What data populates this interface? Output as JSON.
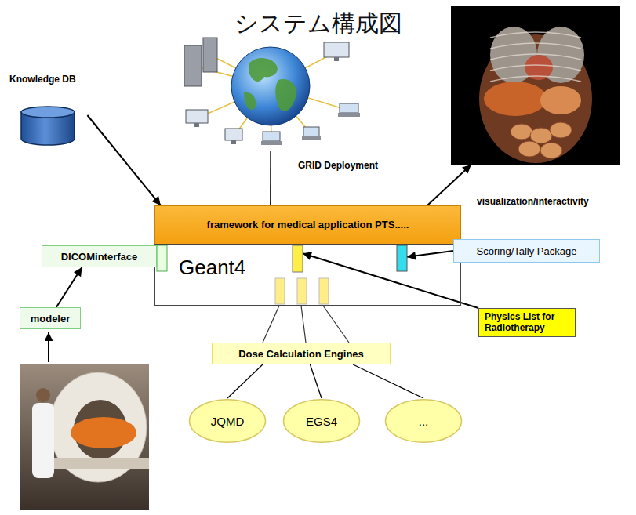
{
  "diagram": {
    "title": "システム構成図",
    "nodes": [
      {
        "text": [
          "Knowledge DB"
        ]
      },
      {
        "text": [
          "GRID Deployment"
        ]
      },
      {
        "text": [
          "visualization/interactivity"
        ]
      },
      {
        "text": [
          "framework for medical application PTS....."
        ]
      },
      {
        "text": [
          "Geant4"
        ]
      },
      {
        "text": [
          "DICOMinterface"
        ]
      },
      {
        "text": [
          "Scoring/Tally Package"
        ]
      },
      {
        "text": [
          "modeler"
        ]
      },
      {
        "text": [
          "Physics List for Radiotherapy"
        ]
      },
      {
        "text": [
          "Dose Calculation Engines"
        ]
      },
      {
        "text": [
          "JQMD"
        ]
      },
      {
        "text": [
          "EGS4"
        ]
      },
      {
        "text": [
          "..."
        ]
      }
    ],
    "edges": [
      {
        "from": 0,
        "to": 3,
        "arrow": "to"
      },
      {
        "from": 3,
        "to": 1,
        "arrow": "none"
      },
      {
        "from": 3,
        "to": 2,
        "arrow": "to"
      },
      {
        "from": 7,
        "to": 5,
        "arrow": "to"
      },
      {
        "from": 6,
        "to": 4,
        "arrow": "to"
      },
      {
        "from": 8,
        "to": 4,
        "arrow": "to"
      },
      {
        "from": 9,
        "to": 10,
        "arrow": "none"
      },
      {
        "from": 9,
        "to": 11,
        "arrow": "none"
      },
      {
        "from": 9,
        "to": 12,
        "arrow": "none"
      }
    ]
  }
}
